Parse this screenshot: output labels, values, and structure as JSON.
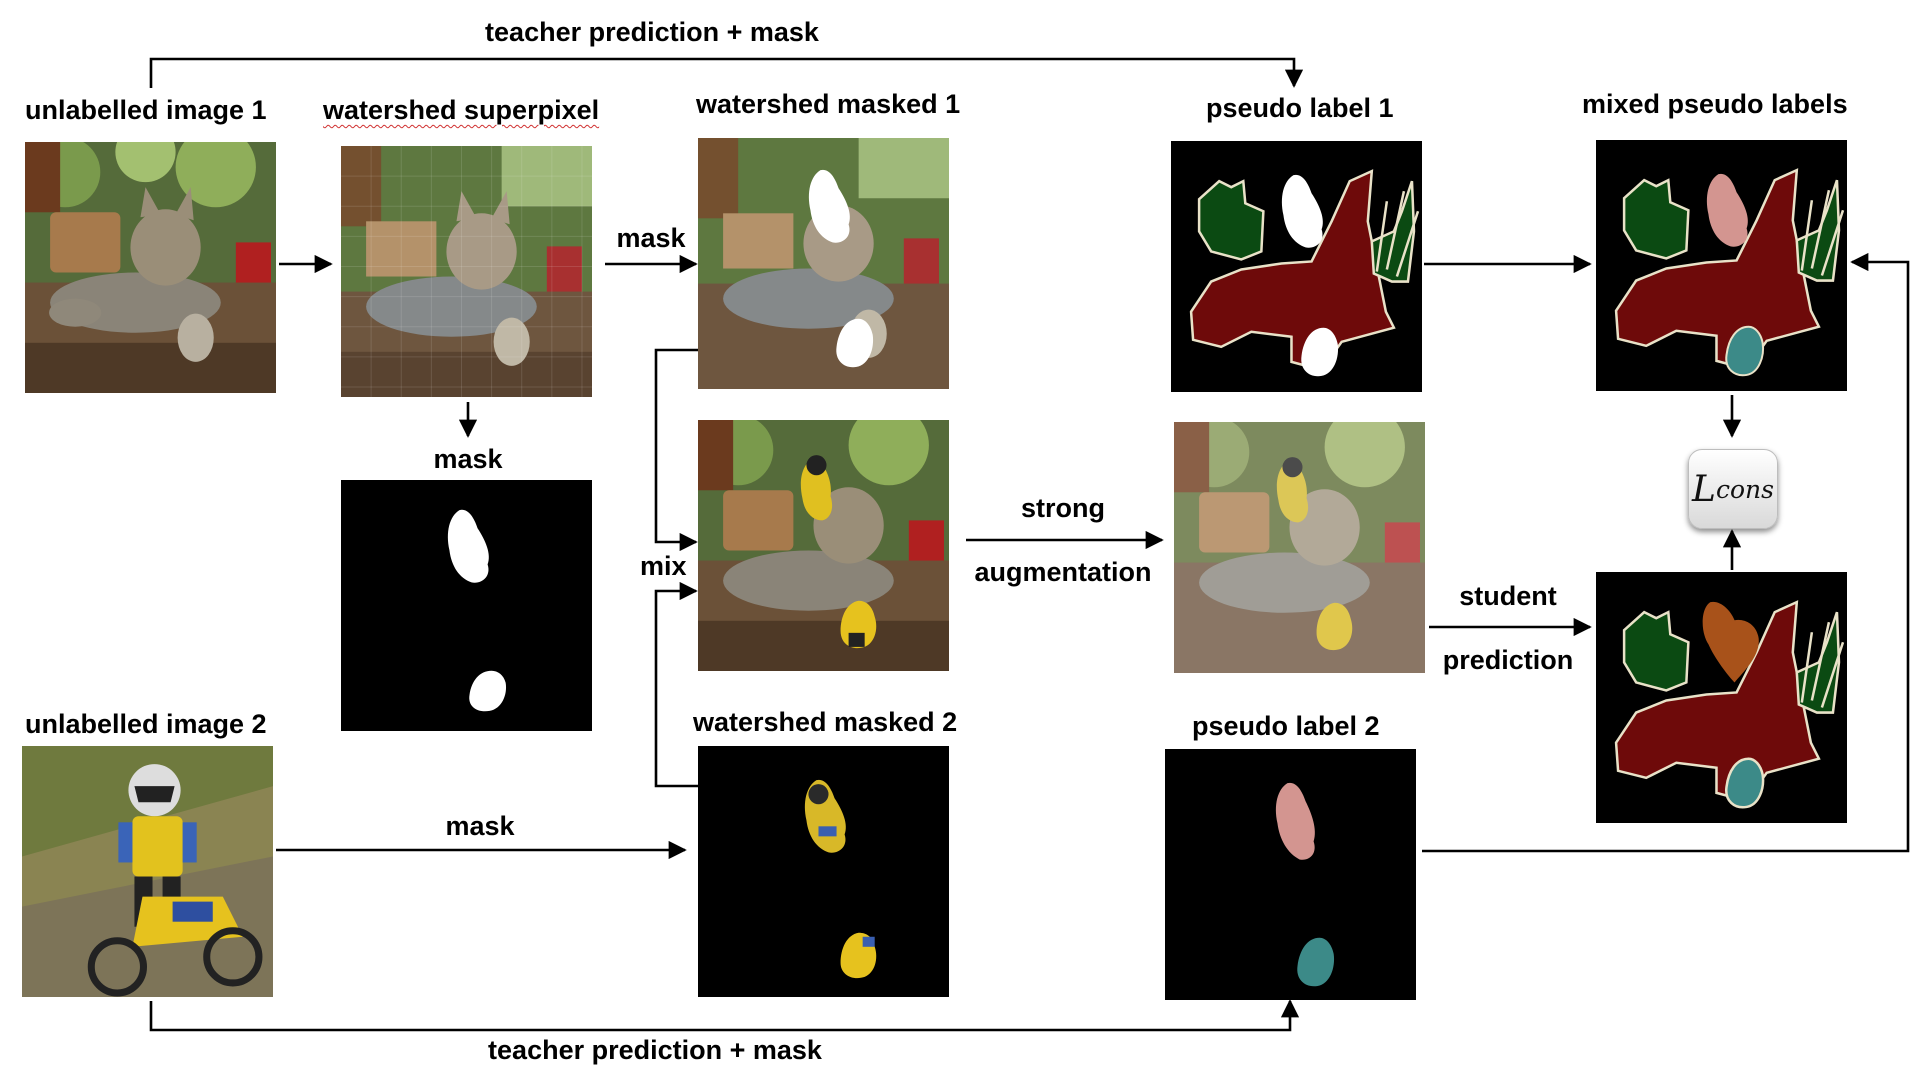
{
  "labels": {
    "teacher_top": "teacher prediction + mask",
    "teacher_bottom": "teacher prediction + mask",
    "unlabelled_1": "unlabelled image 1",
    "watershed_superpixel": "watershed superpixel",
    "watershed_masked_1": "watershed masked 1",
    "pseudo_label_1": "pseudo label 1",
    "mixed_pseudo_labels": "mixed pseudo labels",
    "mask_after_superpixel": "mask",
    "mask_under_superpixel": "mask",
    "mix": "mix",
    "strong": "strong",
    "augmentation": "augmentation",
    "student": "student",
    "prediction": "prediction",
    "unlabelled_2": "unlabelled image 2",
    "watershed_masked_2": "watershed masked 2",
    "pseudo_label_2": "pseudo label 2",
    "mask_image2": "mask"
  },
  "loss": {
    "symbol": "L",
    "subscript": "cons"
  },
  "colors": {
    "cat_class": "#6e0a0a",
    "plant_class": "#0b4a12",
    "person_class": "#d39590",
    "motorbike_class": "#3c8a88",
    "student_person_class": "#a8521a",
    "background": "#000000",
    "boundary": "#e9e2c8"
  },
  "icons": {
    "arrow": "arrow-icon"
  }
}
